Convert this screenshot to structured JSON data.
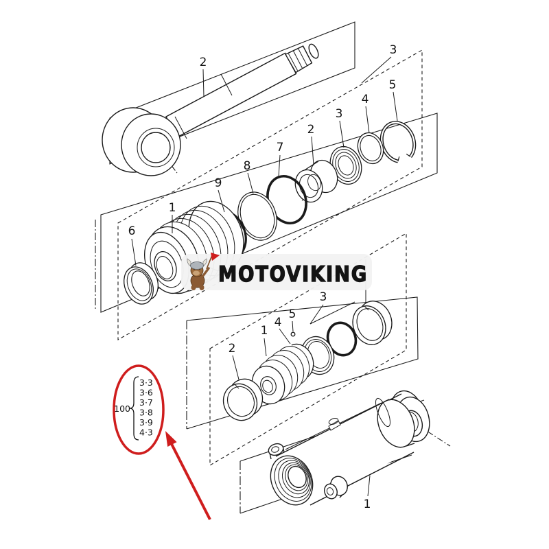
{
  "watermark": {
    "text": "MOTOVIKING",
    "mascot": "viking-dog-mascot"
  },
  "callout": {
    "group_number": "100",
    "values": [
      "3·3",
      "3·6",
      "3·7",
      "3·8",
      "3·9",
      "4·3"
    ]
  },
  "part_labels": [
    {
      "part": "piston-rod",
      "text": "2"
    },
    {
      "part": "rod-seal-kit",
      "text": "3"
    },
    {
      "part": "snap-ring",
      "text": "5"
    },
    {
      "part": "backup-washer",
      "text": "4"
    },
    {
      "part": "rod-seal",
      "text": "3"
    },
    {
      "part": "rod-bushing",
      "text": "2"
    },
    {
      "part": "o-ring-large",
      "text": "7"
    },
    {
      "part": "backup-ring",
      "text": "8"
    },
    {
      "part": "o-ring-gland",
      "text": "9"
    },
    {
      "part": "cylinder-head-gland",
      "text": "1"
    },
    {
      "part": "dust-wiper",
      "text": "6"
    },
    {
      "part": "piston-seal-kit",
      "text": "3"
    },
    {
      "part": "steel-ball-upper",
      "text": "5"
    },
    {
      "part": "steel-ball-lower",
      "text": "4"
    },
    {
      "part": "piston",
      "text": "1"
    },
    {
      "part": "wear-ring",
      "text": "2"
    },
    {
      "part": "cylinder-body",
      "text": "1"
    }
  ],
  "colors": {
    "line": "#1a1a1a",
    "annotation_red": "#cf1d1d",
    "watermark_bg": "#f2f2f2",
    "background": "#ffffff"
  }
}
